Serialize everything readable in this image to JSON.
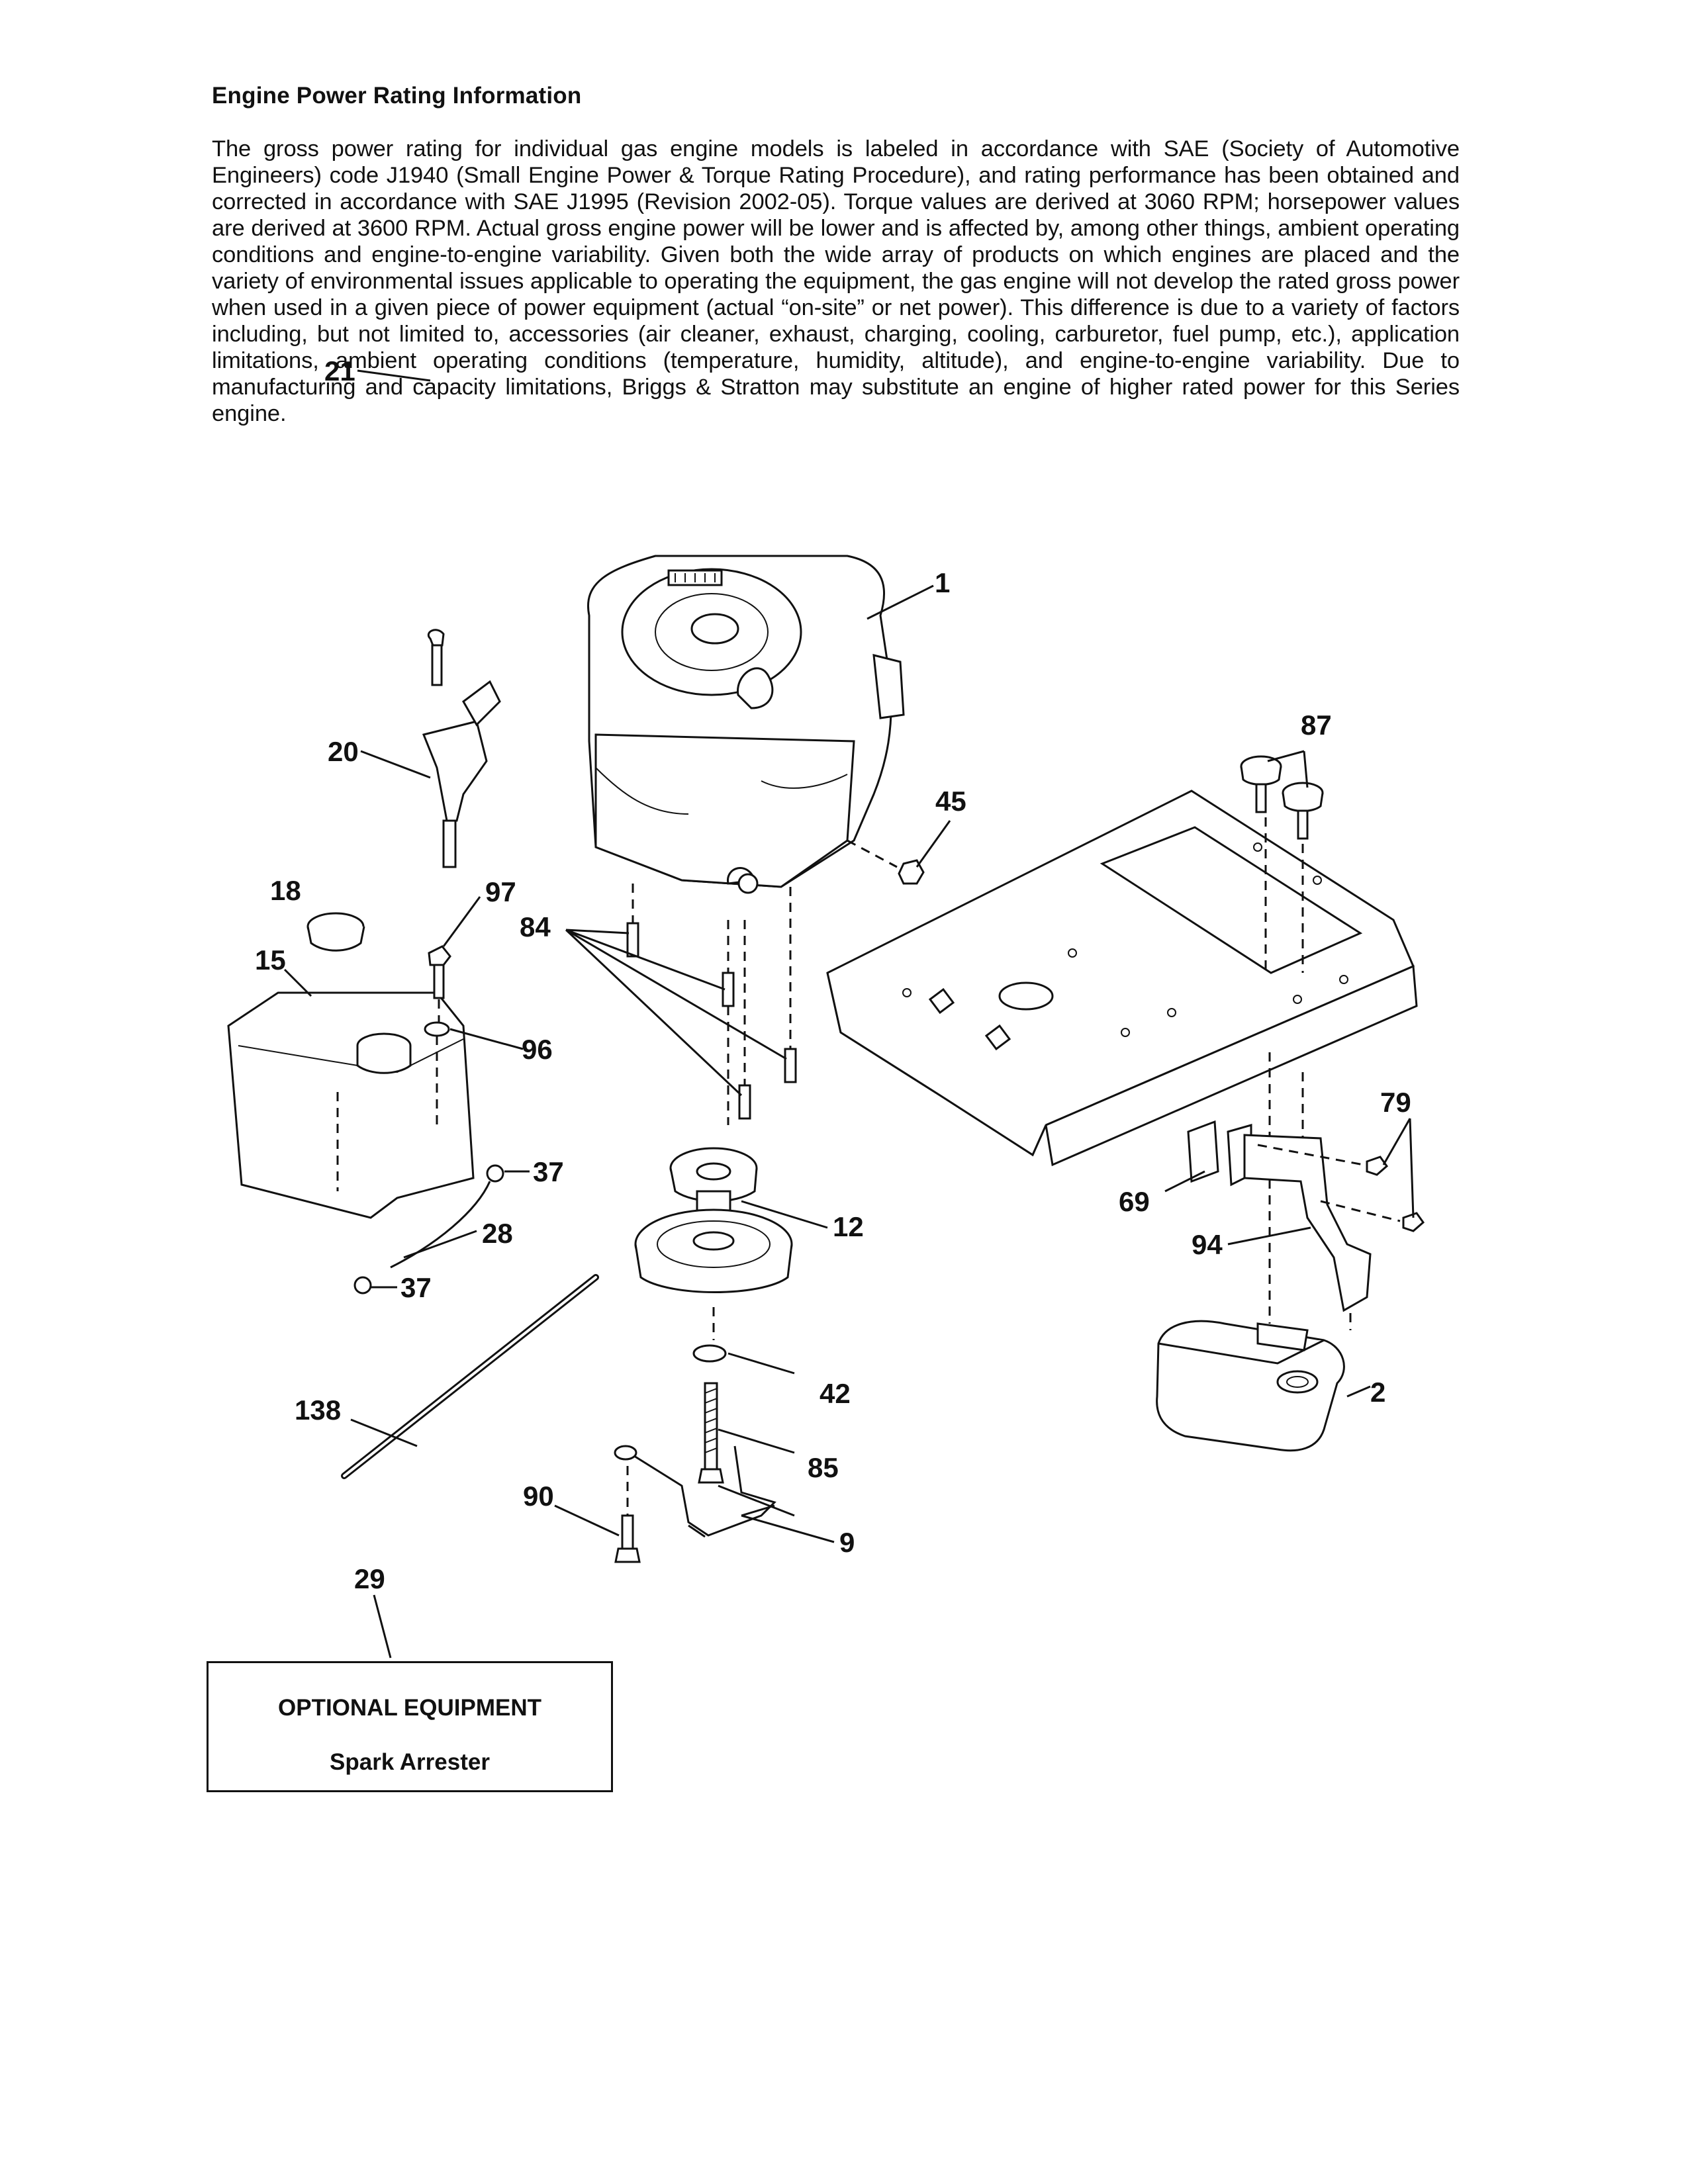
{
  "document": {
    "heading": "Engine Power Rating Information",
    "paragraph": "The gross power rating for individual gas engine models is labeled in accordance with SAE (Society of Automotive Engineers) code J1940 (Small Engine Power & Torque Rating Procedure), and rating performance has been obtained and corrected in accordance with SAE J1995 (Revision 2002-05). Torque values are derived at 3060 RPM; horsepower values are derived at 3600 RPM. Actual gross engine power will be lower and is affected by, among other things, ambient operating conditions and engine-to-engine variability. Given both the wide array of products on which engines are placed and the variety of environmental issues applicable to operating the equipment, the gas engine will not develop the rated gross power when used in a given piece of power equipment (actual “on-site” or net power). This difference is due to a variety of factors including, but not limited to, accessories (air cleaner, exhaust, charging, cooling, carburetor, fuel pump, etc.), application limitations, ambient operating conditions (temperature, humidity, altitude), and engine-to-engine variability. Due to manufacturing and capacity limitations, Briggs & Stratton may substitute an engine of higher rated power for this Series engine."
  },
  "callouts": {
    "c1": "1",
    "c2": "2",
    "c9": "9",
    "c12": "12",
    "c15": "15",
    "c18": "18",
    "c20": "20",
    "c21": "21",
    "c28": "28",
    "c29": "29",
    "c37a": "37",
    "c37b": "37",
    "c42": "42",
    "c45": "45",
    "c69": "69",
    "c79": "79",
    "c84": "84",
    "c85": "85",
    "c87": "87",
    "c90": "90",
    "c94": "94",
    "c96": "96",
    "c97": "97",
    "c138": "138"
  },
  "optional_box": {
    "title": "OPTIONAL EQUIPMENT",
    "item": "Spark Arrester"
  }
}
